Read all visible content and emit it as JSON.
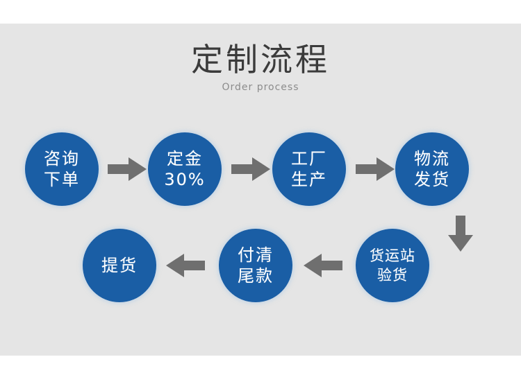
{
  "colors": {
    "background": "#e5e5e5",
    "outer": "#ffffff",
    "circle": "#1a5ea5",
    "circle_glow": "#aac8e6",
    "arrow": "#6f6f6f",
    "title": "#3b3b3b",
    "subtitle": "#8c8c8c",
    "label": "#ffffff"
  },
  "header": {
    "title": "定制流程",
    "subtitle": "Order process"
  },
  "flow": {
    "steps": [
      {
        "id": "step-1",
        "label": "咨询\n下单",
        "row": "top",
        "order": 1
      },
      {
        "id": "step-2",
        "label": "定金\n30%",
        "row": "top",
        "order": 2
      },
      {
        "id": "step-3",
        "label": "工厂\n生产",
        "row": "top",
        "order": 3
      },
      {
        "id": "step-4",
        "label": "物流\n发货",
        "row": "top",
        "order": 4
      },
      {
        "id": "step-5",
        "label": "货运站\n验货",
        "row": "bottom",
        "order": 5
      },
      {
        "id": "step-6",
        "label": "付清\n尾款",
        "row": "bottom",
        "order": 6
      },
      {
        "id": "step-7",
        "label": "提货",
        "row": "bottom",
        "order": 7
      }
    ],
    "connectors": [
      {
        "id": "arrow-1",
        "direction": "right",
        "from": "step-1",
        "to": "step-2"
      },
      {
        "id": "arrow-2",
        "direction": "right",
        "from": "step-2",
        "to": "step-3"
      },
      {
        "id": "arrow-3",
        "direction": "right",
        "from": "step-3",
        "to": "step-4"
      },
      {
        "id": "arrow-4",
        "direction": "down",
        "from": "step-4",
        "to": "step-5"
      },
      {
        "id": "arrow-5",
        "direction": "left",
        "from": "step-5",
        "to": "step-6"
      },
      {
        "id": "arrow-6",
        "direction": "left",
        "from": "step-6",
        "to": "step-7"
      }
    ]
  }
}
